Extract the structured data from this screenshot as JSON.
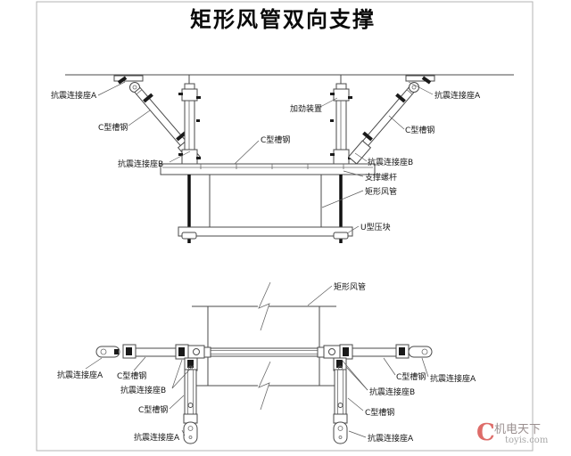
{
  "title": "矩形风管双向支撑",
  "elevation": {
    "labels": {
      "seat_a_left": "抗震连接座A",
      "c_channel_left": "C型槽钢",
      "seat_b_left": "抗震连接座B",
      "stiffener": "加劲装置",
      "c_channel_mid": "C型槽钢",
      "seat_a_right": "抗震连接座A",
      "c_channel_right": "C型槽钢",
      "seat_b_right": "抗震连接座B",
      "support_rod": "支撑螺杆",
      "duct": "矩形风管",
      "u_clamp": "U型压块"
    }
  },
  "plan": {
    "labels": {
      "duct": "矩形风管",
      "seat_a_left": "抗震连接座A",
      "c_channel_left": "C型槽钢",
      "seat_b_left": "抗震连接座B",
      "c_channel_left_vert": "C型槽钢",
      "seat_a_left_bottom": "抗震连接座A",
      "c_channel_right": "C型槽钢",
      "seat_a_right": "抗震连接座A",
      "seat_b_right": "抗震连接座B",
      "c_channel_right_vert": "C型槽钢",
      "seat_a_right_bottom": "抗震连接座A"
    }
  },
  "watermark": {
    "logo": "C",
    "name": "机电天下",
    "domain": "toyis.com"
  },
  "colors": {
    "line": "#4a4a4a",
    "label": "#141414",
    "watermark_red": "#d9534f",
    "watermark_gray": "#9a8f8f"
  }
}
